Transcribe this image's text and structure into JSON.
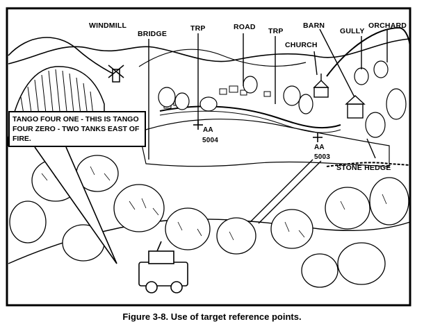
{
  "labels": {
    "windmill": "WINDMILL",
    "bridge": "BRIDGE",
    "trp_1": "TRP",
    "road": "ROAD",
    "trp_2": "TRP",
    "barn": "BARN",
    "church": "CHURCH",
    "gully": "GULLY",
    "orchard": "ORCHARD",
    "aa_1": "AA",
    "aa_1_number": "5004",
    "aa_2": "AA",
    "aa_2_number": "5003",
    "stone_hedge": "STONE HEDGE"
  },
  "radio_message": "TANGO FOUR ONE - THIS IS TANGO FOUR ZERO - TWO TANKS EAST OF FIRE.",
  "caption": "Figure 3-8.  Use of target reference points."
}
